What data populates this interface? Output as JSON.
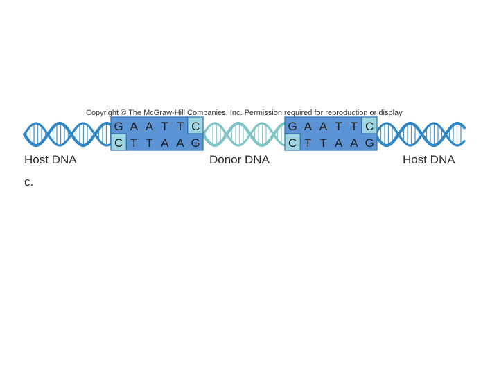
{
  "copyright": "Copyright © The McGraw-Hill Companies, Inc. Permission required for reproduction or display.",
  "labels": {
    "host_left": "Host DNA",
    "donor": "Donor DNA",
    "host_right": "Host DNA",
    "part": "c."
  },
  "sites": [
    {
      "top": [
        "G",
        "A",
        "A",
        "T",
        "T",
        "C"
      ],
      "bottom": [
        "C",
        "T",
        "T",
        "A",
        "A",
        "G"
      ]
    },
    {
      "top": [
        "G",
        "A",
        "A",
        "T",
        "T",
        "C"
      ],
      "bottom": [
        "C",
        "T",
        "T",
        "A",
        "A",
        "G"
      ]
    }
  ],
  "colors": {
    "host_helix": "#2f86c6",
    "donor_helix": "#7fc4c6",
    "site_dark": "#5b93d4",
    "site_light": "#9fd6e4",
    "site_border": "#2d6ea8"
  }
}
